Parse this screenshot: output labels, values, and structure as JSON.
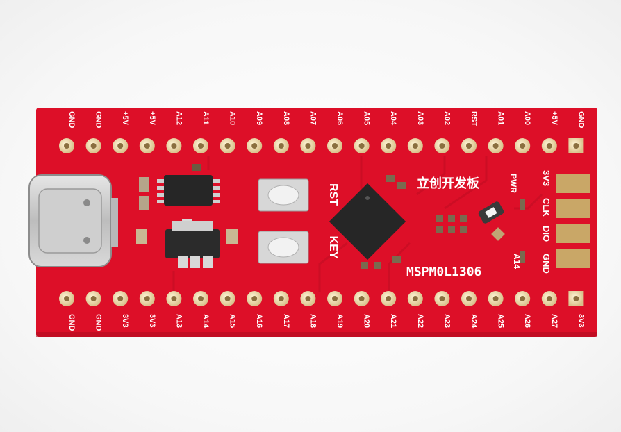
{
  "board": {
    "color": "#e0102a",
    "silkscreen_color": "#ffffff",
    "title_cn": "立创开发板",
    "chip_label": "MSPM0L1306",
    "button_rst": "RST",
    "button_key": "KEY",
    "led_pwr": "PWR",
    "analog_label": "A14",
    "debug_pins": [
      "3V3",
      "CLK",
      "DIO",
      "GND"
    ]
  },
  "top_pins": [
    "GND",
    "GND",
    "+5V",
    "+5V",
    "A12",
    "A11",
    "A10",
    "A09",
    "A08",
    "A07",
    "A06",
    "A05",
    "A04",
    "A03",
    "A02",
    "RST",
    "A01",
    "A00",
    "+5V",
    "GND"
  ],
  "bottom_pins": [
    "GND",
    "GND",
    "3V3",
    "3V3",
    "A13",
    "A14",
    "A15",
    "A16",
    "A17",
    "A18",
    "A19",
    "A20",
    "A21",
    "A22",
    "A23",
    "A24",
    "A25",
    "A26",
    "A27",
    "3V3"
  ]
}
